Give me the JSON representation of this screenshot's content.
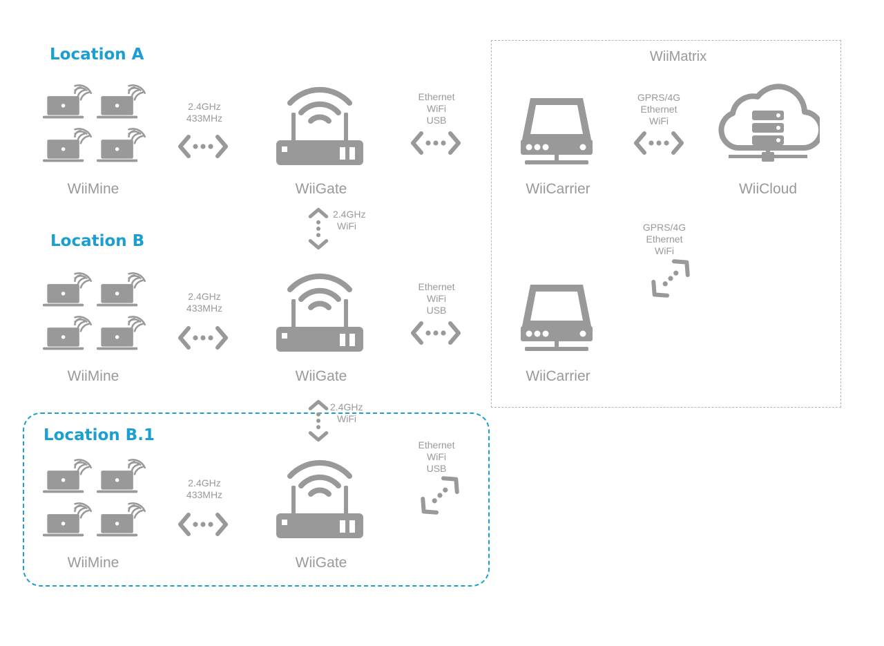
{
  "locations": {
    "a": {
      "title": "Location A"
    },
    "b": {
      "title": "Location B"
    },
    "b1": {
      "title": "Location B.1"
    }
  },
  "nodes": {
    "wiimine": "WiiMine",
    "wiigate": "WiiGate",
    "wiicarrier": "WiiCarrier",
    "wiicloud": "WiiCloud"
  },
  "matrix": {
    "title": "WiiMatrix"
  },
  "links": {
    "radio": [
      "2.4GHz",
      "433MHz"
    ],
    "gate_carrier": [
      "Ethernet",
      "WiFi",
      "USB"
    ],
    "gate_gate": [
      "2.4GHz",
      "WiFi"
    ],
    "carrier_cloud": [
      "GPRS/4G",
      "Ethernet",
      "WiFi"
    ]
  },
  "colors": {
    "accent": "#1a9fd0",
    "icon": "#999999",
    "text": "#999999",
    "border": "#b5b5b5"
  }
}
